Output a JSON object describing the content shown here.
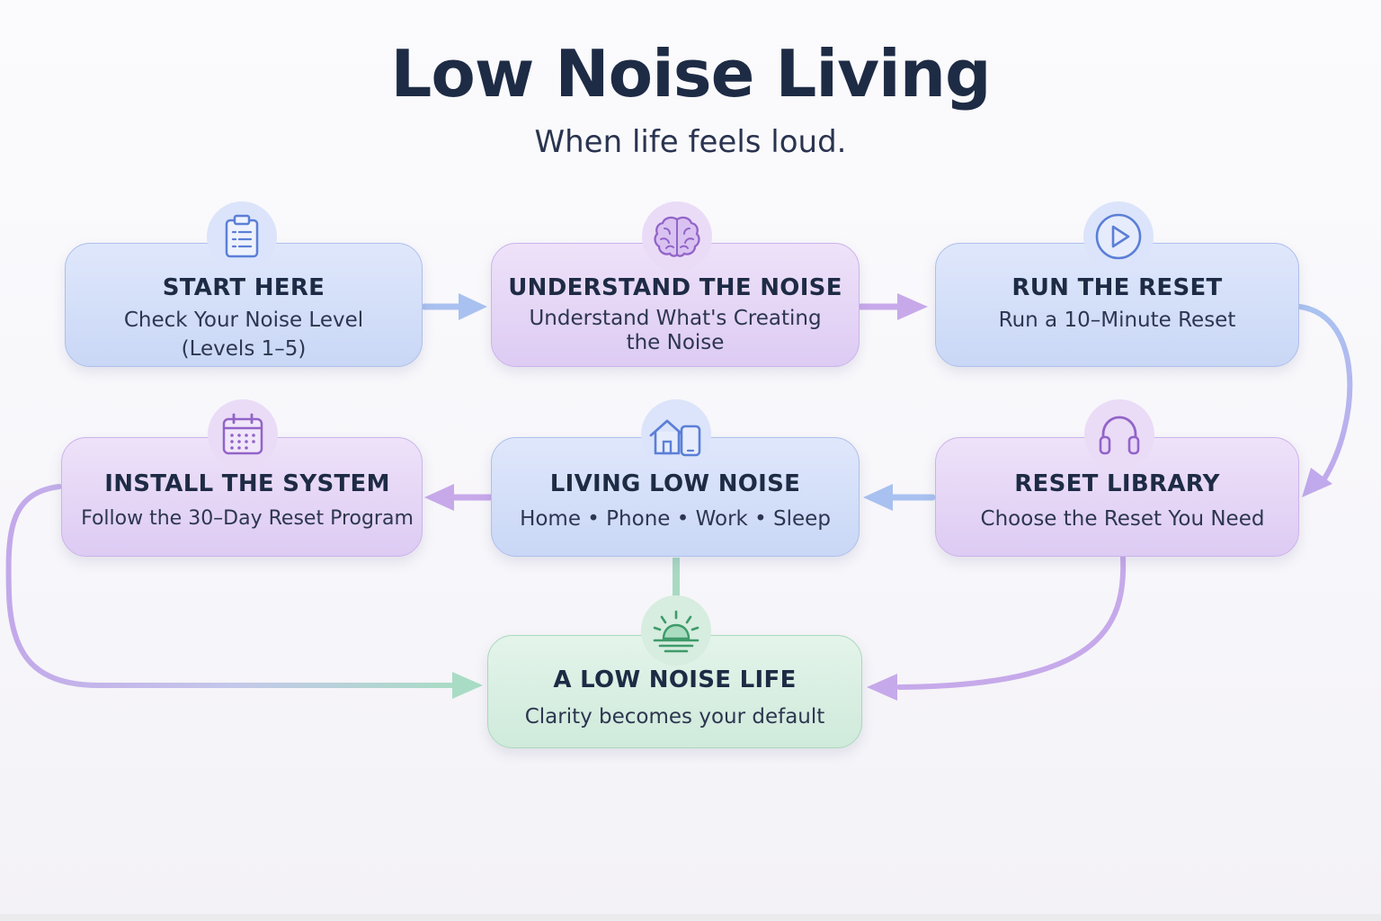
{
  "title": "Low Noise Living",
  "subtitle": "When life feels loud.",
  "colors": {
    "blue_arrow": "#a9c1f0",
    "purple_arrow": "#c7a9ea",
    "green_arrow": "#a8d9c2",
    "blue_icon": "#5b7fd6",
    "purple_icon": "#9264c8",
    "green_icon": "#3f9a6a"
  },
  "steps": {
    "start": {
      "title": "START HERE",
      "line1": "Check Your Noise Level",
      "line2": "(Levels 1–5)",
      "icon": "clipboard-icon"
    },
    "understand": {
      "title": "UNDERSTAND THE NOISE",
      "line1": "Understand What's Creating",
      "line2": "the Noise",
      "icon": "brain-icon"
    },
    "run": {
      "title": "RUN THE RESET",
      "line1": "Run a 10–Minute Reset",
      "icon": "play-icon"
    },
    "install": {
      "title": "INSTALL THE SYSTEM",
      "line1": "Follow the 30–Day Reset Program",
      "icon": "calendar-icon"
    },
    "living": {
      "title": "LIVING LOW NOISE",
      "line1": "Home • Phone • Work • Sleep",
      "icon": "home-phone-icon"
    },
    "library": {
      "title": "RESET LIBRARY",
      "line1": "Choose the Reset You Need",
      "icon": "headphones-icon"
    },
    "life": {
      "title": "A LOW NOISE LIFE",
      "line1": "Clarity becomes your default",
      "icon": "sunrise-icon"
    }
  }
}
